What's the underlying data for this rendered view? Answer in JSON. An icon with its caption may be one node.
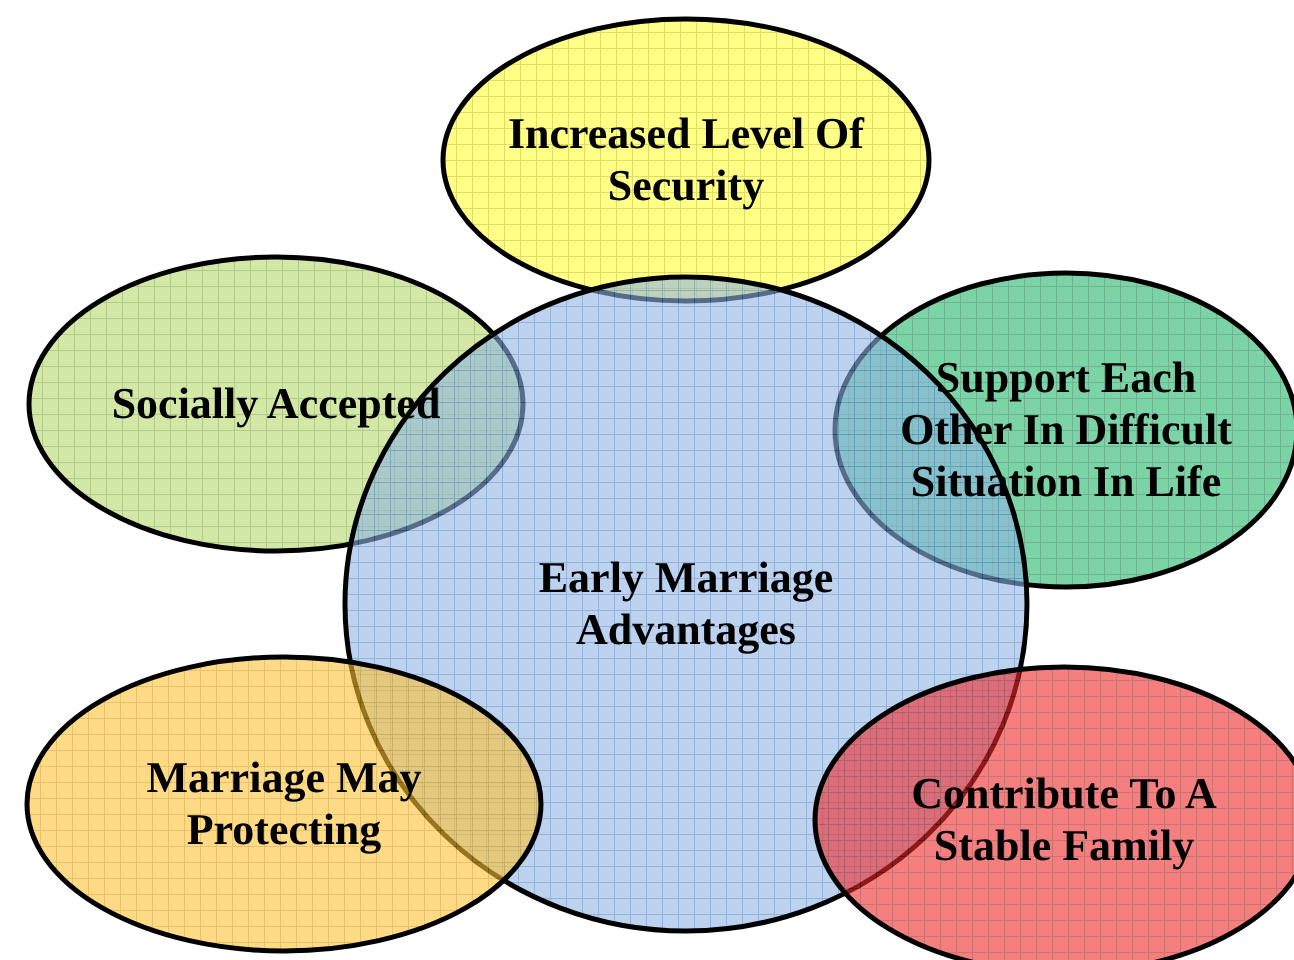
{
  "diagram": {
    "nodes": [
      {
        "text": [
          "Increased Level Of Security"
        ]
      },
      {
        "text": [
          "Socially Accepted"
        ]
      },
      {
        "text": [
          "Support Each Other In Difficult Situation In Life"
        ]
      },
      {
        "text": [
          "Early Marriage Advantages"
        ]
      },
      {
        "text": [
          "Marriage May Protecting"
        ]
      },
      {
        "text": [
          "Contribute To A Stable Family"
        ]
      }
    ]
  }
}
